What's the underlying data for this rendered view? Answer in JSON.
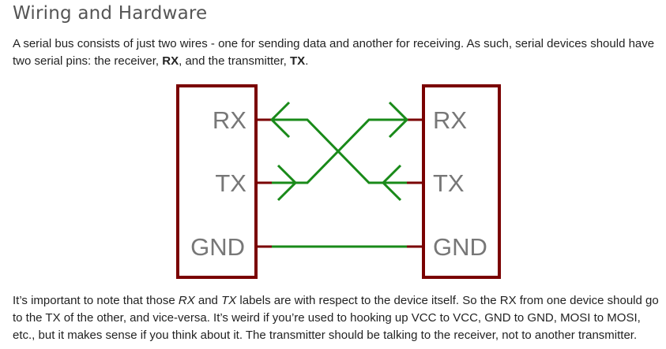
{
  "section": {
    "title": "Wiring and Hardware"
  },
  "intro": {
    "part1": "A serial bus consists of just two wires - one for sending data and another for receiving. As such, serial devices should have two serial pins: the receiver, ",
    "rx": "RX",
    "part2": ", and the transmitter, ",
    "tx": "TX",
    "part3": "."
  },
  "diagram": {
    "left_device": {
      "pins": [
        "RX",
        "TX",
        "GND"
      ]
    },
    "right_device": {
      "pins": [
        "RX",
        "TX",
        "GND"
      ]
    },
    "colors": {
      "device_outline": "#7a0000",
      "wire": "#198a19",
      "pin_label": "#777777"
    }
  },
  "note": {
    "part1": "It’s important to note that those ",
    "rx": "RX",
    "part2": " and ",
    "tx": "TX",
    "part3": " labels are with respect to the device itself. So the RX from one device should go to the TX of the other, and vice-versa. It’s weird if you’re used to hooking up VCC to VCC, GND to GND, MOSI to MOSI, etc., but it makes sense if you think about it. The transmitter should be talking to the receiver, not to another transmitter."
  }
}
